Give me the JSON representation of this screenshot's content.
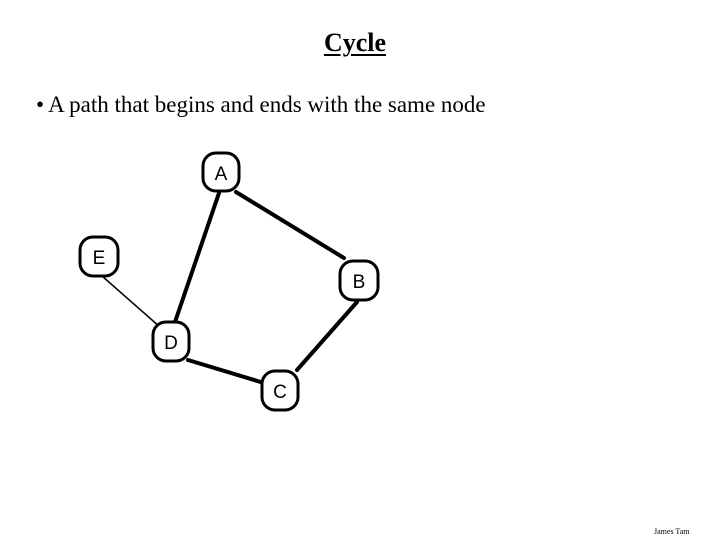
{
  "slide": {
    "title": "Cycle",
    "bullet_marker": "•",
    "bullet_text": "A path that begins and ends with the same node",
    "credit": "James Tam"
  },
  "graph": {
    "nodes": [
      {
        "id": "A",
        "label": "A"
      },
      {
        "id": "E",
        "label": "E"
      },
      {
        "id": "B",
        "label": "B"
      },
      {
        "id": "D",
        "label": "D"
      },
      {
        "id": "C",
        "label": "C"
      }
    ],
    "edges": [
      {
        "from": "A",
        "to": "B",
        "weight": "thick"
      },
      {
        "from": "A",
        "to": "D",
        "weight": "thick"
      },
      {
        "from": "B",
        "to": "C",
        "weight": "thick"
      },
      {
        "from": "D",
        "to": "C",
        "weight": "thick"
      },
      {
        "from": "E",
        "to": "D",
        "weight": "thin"
      }
    ]
  }
}
